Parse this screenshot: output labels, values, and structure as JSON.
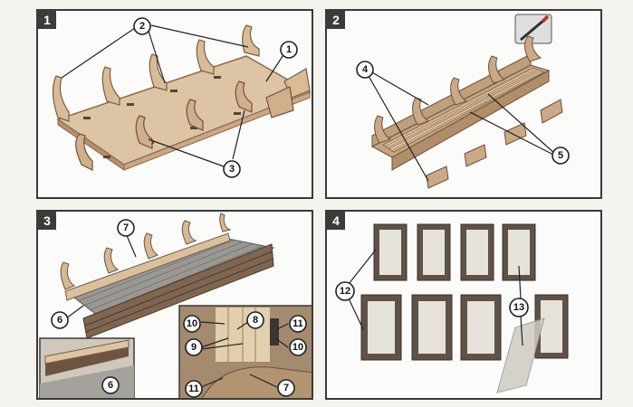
{
  "steps": [
    {
      "number": "1",
      "callouts": [
        "2",
        "1",
        "3"
      ]
    },
    {
      "number": "2",
      "callouts": [
        "4",
        "5"
      ]
    },
    {
      "number": "3",
      "callouts": [
        "7",
        "6",
        "6",
        "10",
        "8",
        "11",
        "9",
        "10",
        "11",
        "7"
      ]
    },
    {
      "number": "4",
      "callouts": [
        "12",
        "13"
      ]
    }
  ],
  "colors": {
    "wood_light": "#dcc4a4",
    "wood_mid": "#c9a985",
    "wood_dark": "#8d6b4d",
    "frame_dark": "#5f5246",
    "glass": "#e6e3dc",
    "grey_deck": "#9a9893",
    "border": "#3a3a3a"
  }
}
